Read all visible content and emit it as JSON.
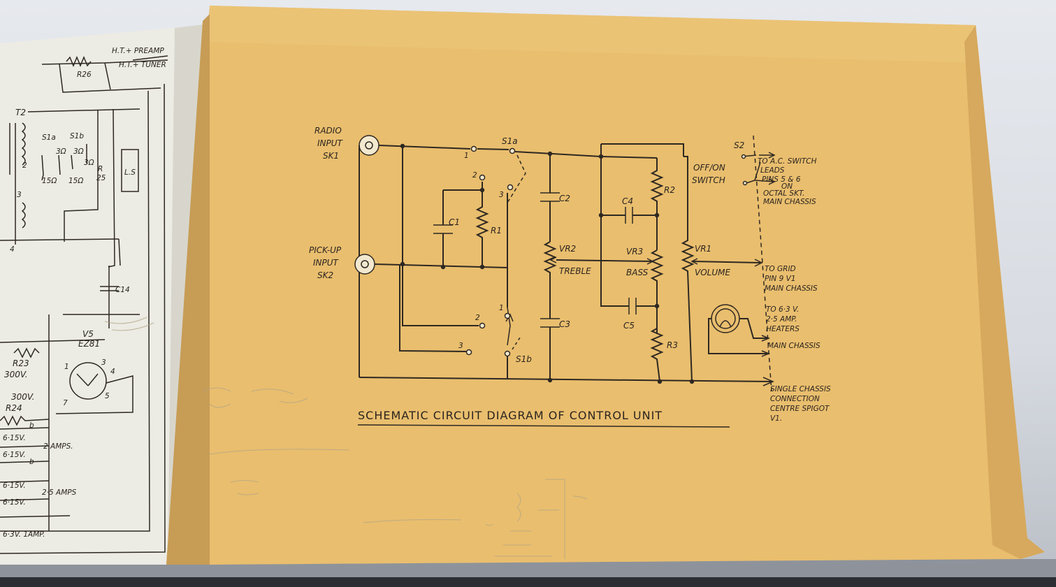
{
  "diagram": {
    "title": "SCHEMATIC CIRCUIT DIAGRAM OF CONTROL UNIT",
    "inputs": {
      "radio_line1": "RADIO",
      "radio_line2": "INPUT",
      "radio_line3": "SK1",
      "pickup_line1": "PICK-UP",
      "pickup_line2": "INPUT",
      "pickup_line3": "SK2"
    },
    "components": {
      "s1a": "S1a",
      "s1b": "S1b",
      "s2": "S2",
      "c1": "C1",
      "r1": "R1",
      "c2": "C2",
      "c3": "C3",
      "vr2": "VR2",
      "treble": "TREBLE",
      "r2": "R2",
      "c4": "C4",
      "vr3": "VR3",
      "bass": "BASS",
      "c5": "C5",
      "r3": "R3",
      "vr1": "VR1",
      "volume": "VOLUME",
      "pos1": "1",
      "pos2": "2",
      "pos3": "3"
    },
    "switch_label": {
      "line1": "OFF/ON",
      "line2": "SWITCH"
    },
    "notes": {
      "ac_switch": [
        "TO A.C. SWITCH",
        "LEADS",
        "PINS 5 & 6",
        "ON",
        "OCTAL SKT.",
        "MAIN CHASSIS"
      ],
      "to_grid": [
        "TO GRID",
        "PIN 9 V1",
        "MAIN CHASSIS"
      ],
      "heaters": [
        "TO 6·3 V.",
        "2·5 AMP.",
        "HEATERS",
        "MAIN CHASSIS"
      ],
      "chassis": [
        "SINGLE CHASSIS",
        "CONNECTION",
        "CENTRE SPIGOT",
        "V1."
      ]
    }
  },
  "left_page": {
    "labels": {
      "ht_preamp": "H.T.+ PREAMP",
      "ht_tuner": "H.T.+ TUNER",
      "r26": "R26",
      "t2": "T2",
      "s1a": "S1a",
      "s1b": "S1b",
      "ohm3a": "3Ω",
      "ohm3b": "3Ω",
      "ohm3c": "3Ω",
      "ohm15a": "15Ω",
      "ohm15b": "15Ω",
      "r25a": "R",
      "r25b": "25",
      "ls": "L.S",
      "c14": "C14",
      "v5": "V5",
      "ez81": "EZ81",
      "r23": "R23",
      "v300a": "300V.",
      "v300b": "300V.",
      "r24": "R24",
      "amps2": "2 AMPS.",
      "amps25": "2·5 AMPS",
      "v615a": "6·15V.",
      "v615b": "6·15V.",
      "v615c": "6·15V.",
      "v615d": "6·15V.",
      "heater": "6·3V. 1AMP.",
      "b1": "b",
      "b2": "b",
      "n1": "1",
      "n2": "2",
      "n3": "3",
      "n4": "4",
      "n5": "5",
      "n7": "7"
    }
  }
}
